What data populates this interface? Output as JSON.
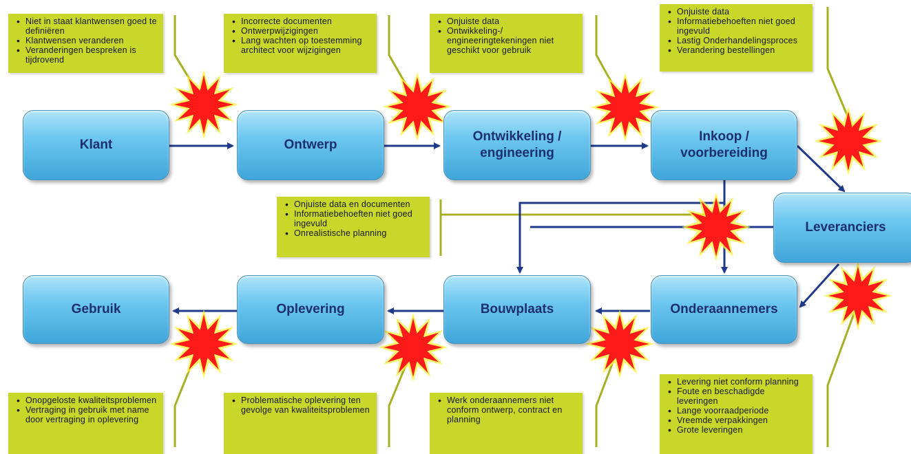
{
  "process": {
    "klant": "Klant",
    "ontwerp": "Ontwerp",
    "ontwikkeling": "Ontwikkeling /\nengineering",
    "inkoop": "Inkoop /\nvoorbereiding",
    "leveranciers": "Leveranciers",
    "onderaannemers": "Onderaannemers",
    "bouwplaats": "Bouwplaats",
    "oplevering": "Oplevering",
    "gebruik": "Gebruik"
  },
  "issues": {
    "klant": [
      "Niet in staat klantwensen goed te definiëren",
      "Klantwensen veranderen",
      "Veranderingen bespreken is tijdrovend"
    ],
    "ontwerp": [
      "Incorrecte documenten",
      "Ontwerpwijzigingen",
      "Lang wachten op toestemming architect voor wijzigingen"
    ],
    "ontwikkeling": [
      "Onjuiste data",
      "Ontwikkeling-/ engineeringtekeningen niet geschikt voor gebruik"
    ],
    "inkoop": [
      "Onjuiste data",
      "Informatiebehoeften niet goed ingevuld",
      "Lastig Onderhandelingsproces",
      "Verandering bestellingen"
    ],
    "middle": [
      "Onjuiste data en documenten",
      "Informatiebehoeften niet goed ingevuld",
      "Onrealistische planning"
    ],
    "gebruik": [
      "Onopgeloste kwaliteitsproblemen",
      "Vertraging in gebruik met name door vertraging in oplevering"
    ],
    "oplevering": [
      "Problematische oplevering ten gevolge van kwaliteitsproblemen"
    ],
    "bouwplaats": [
      "Werk onderaannemers niet conform ontwerp, contract en planning"
    ],
    "leveranciers": [
      "Levering niet conform planning",
      "Foute en beschadigde leveringen",
      "Lange voorraadperiode",
      "Vreemde verpakkingen",
      "Grote leveringen"
    ]
  },
  "colors": {
    "note_bg": "#c9d72a",
    "box_fill": "#6cc6ef",
    "box_text": "#1c2f6e",
    "arrow": "#1f3a8a",
    "burst": "#ff1a1a",
    "burst_glow": "#fff23a",
    "pointer": "#a6b022"
  }
}
